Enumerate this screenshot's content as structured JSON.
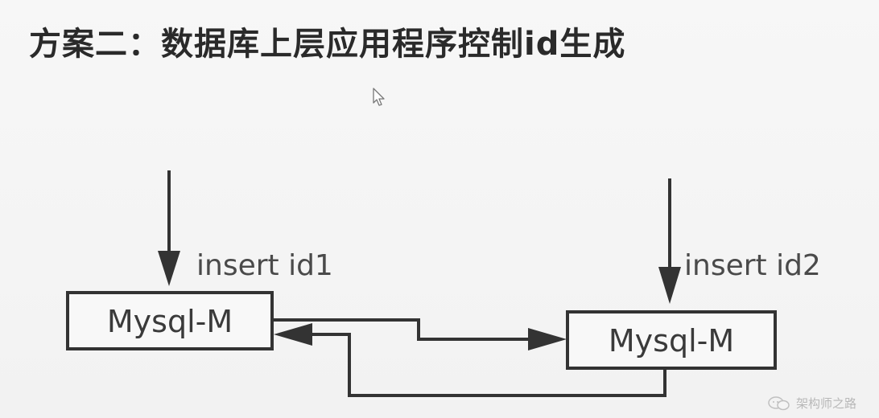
{
  "slide": {
    "title": "方案二：数据库上层应用程序控制id生成"
  },
  "diagram": {
    "left_node": {
      "label": "Mysql-M"
    },
    "right_node": {
      "label": "Mysql-M"
    },
    "left_input": {
      "label": "insert id1"
    },
    "right_input": {
      "label": "insert id2"
    }
  },
  "watermark": {
    "icon": "wechat-icon",
    "text": "架构师之路"
  },
  "colors": {
    "line": "#333333",
    "box_border": "#333333",
    "text": "#3a3a3a",
    "title": "#2a2a2a",
    "background": "#f4f4f4"
  }
}
